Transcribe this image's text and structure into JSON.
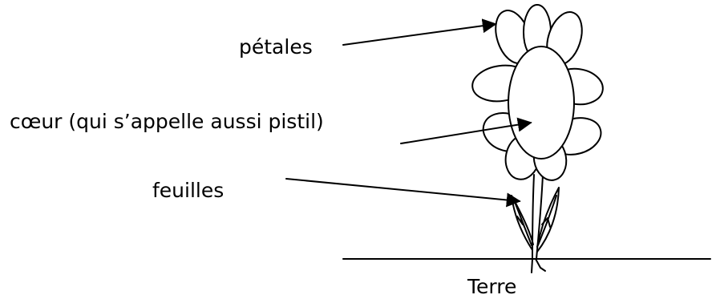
{
  "labels": {
    "petals": "pétales",
    "heart": "cœur (qui s’appelle aussi pistil)",
    "leaves": "feuilles",
    "ground": "Terre"
  },
  "colors": {
    "ink": "#000000",
    "background": "#ffffff"
  }
}
